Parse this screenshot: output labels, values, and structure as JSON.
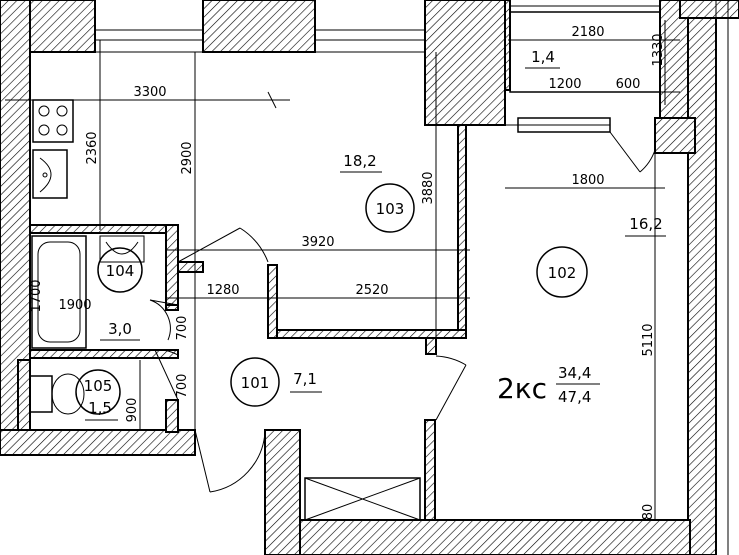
{
  "rooms": [
    {
      "number": "101",
      "area": "7,1"
    },
    {
      "number": "102",
      "area": "16,2"
    },
    {
      "number": "103",
      "area": "18,2"
    },
    {
      "number": "104",
      "area": "3,0"
    },
    {
      "number": "105",
      "area": "1,5"
    },
    {
      "number": "",
      "area": "1,4"
    }
  ],
  "apartment": {
    "type": "2кс",
    "living_area": "34,4",
    "total_area": "47,4"
  },
  "dimensions": {
    "d3300": "3300",
    "d2360": "2360",
    "d2900": "2900",
    "d3880": "3880",
    "d3920": "3920",
    "d1280": "1280",
    "d2520": "2520",
    "d1700": "1700",
    "d1900": "1900",
    "d700a": "700",
    "d700b": "700",
    "d900": "900",
    "d2180": "2180",
    "d1330": "1330",
    "d1200": "1200",
    "d600": "600",
    "d1800": "1800",
    "d5110": "5110",
    "d80": "80"
  }
}
